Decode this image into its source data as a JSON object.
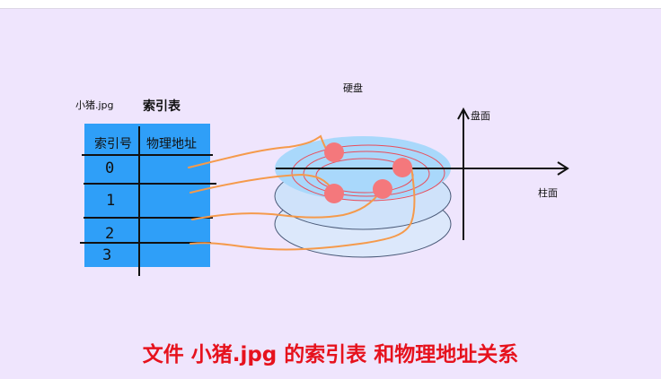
{
  "file_label": "小猪.jpg",
  "table": {
    "title": "索引表",
    "headers": [
      "索引号",
      "物理地址"
    ],
    "rows": [
      "0",
      "1",
      "2",
      "3"
    ]
  },
  "disk": {
    "label": "硬盘",
    "axis_y_label": "盘面",
    "axis_x_label": "柱面",
    "sector_count": 4
  },
  "caption": "文件 小猪.jpg 的索引表 和物理地址关系",
  "colors": {
    "background": "#efe5fd",
    "table_fill": "#2f9ff8",
    "link_line": "#f59a4b",
    "sector_dot": "#f4787c",
    "caption": "#e6121d"
  }
}
